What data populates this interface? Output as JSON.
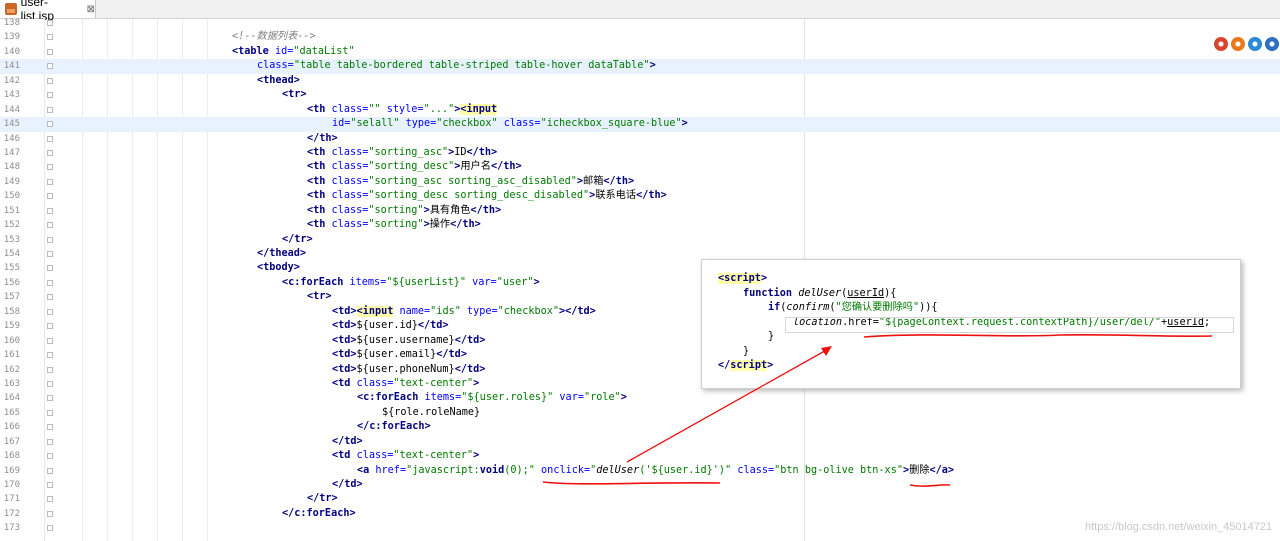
{
  "tab": {
    "title": "user-list.jsp",
    "close": "⊠",
    "icon": "jsp-file-icon"
  },
  "lines": [
    {
      "n": "138",
      "html": "",
      "indent": 0
    },
    {
      "n": "139",
      "html": "<span class='c'>&lt;!--数据列表--&gt;</span>",
      "indent": 232
    },
    {
      "n": "140",
      "html": "<span class='t'>&lt;table </span><span class='a'>id=</span><span class='v'>\"dataList\"</span>",
      "indent": 232
    },
    {
      "n": "141",
      "html": "<span class='a'>class=</span><span class='v'>\"table table-bordered table-striped table-hover dataTable\"</span><span class='t'>&gt;</span>",
      "indent": 257,
      "hl": true
    },
    {
      "n": "142",
      "html": "<span class='t'>&lt;thead&gt;</span>",
      "indent": 257
    },
    {
      "n": "143",
      "html": "<span class='t'>&lt;tr&gt;</span>",
      "indent": 282
    },
    {
      "n": "144",
      "html": "<span class='t'>&lt;th </span><span class='a'>class=</span><span class='v'>\"\" </span><span class='a'>style=</span><span class='v'>\"...\"</span><span class='t'>&gt;</span><span class='tt'>&lt;input</span>",
      "indent": 307
    },
    {
      "n": "145",
      "html": "<span class='a'>id=</span><span class='v'>\"selall\" </span><span class='a'>type=</span><span class='v'>\"checkbox\" </span><span class='a'>class=</span><span class='v'>\"icheckbox_square-blue\"</span><span class='t'>&gt;</span>",
      "indent": 332,
      "hl": true
    },
    {
      "n": "146",
      "html": "<span class='t'>&lt;/th&gt;</span>",
      "indent": 307
    },
    {
      "n": "147",
      "html": "<span class='t'>&lt;th </span><span class='a'>class=</span><span class='v'>\"sorting_asc\"</span><span class='t'>&gt;</span><span class='p'>ID</span><span class='t'>&lt;/th&gt;</span>",
      "indent": 307
    },
    {
      "n": "148",
      "html": "<span class='t'>&lt;th </span><span class='a'>class=</span><span class='v'>\"sorting_desc\"</span><span class='t'>&gt;</span><span class='p'>用户名</span><span class='t'>&lt;/th&gt;</span>",
      "indent": 307
    },
    {
      "n": "149",
      "html": "<span class='t'>&lt;th </span><span class='a'>class=</span><span class='v'>\"sorting_asc sorting_asc_disabled\"</span><span class='t'>&gt;</span><span class='p'>邮箱</span><span class='t'>&lt;/th&gt;</span>",
      "indent": 307
    },
    {
      "n": "150",
      "html": "<span class='t'>&lt;th </span><span class='a'>class=</span><span class='v'>\"sorting_desc sorting_desc_disabled\"</span><span class='t'>&gt;</span><span class='p'>联系电话</span><span class='t'>&lt;/th&gt;</span>",
      "indent": 307
    },
    {
      "n": "151",
      "html": "<span class='t'>&lt;th </span><span class='a'>class=</span><span class='v'>\"sorting\"</span><span class='t'>&gt;</span><span class='p'>具有角色</span><span class='t'>&lt;/th&gt;</span>",
      "indent": 307
    },
    {
      "n": "152",
      "html": "<span class='t'>&lt;th </span><span class='a'>class=</span><span class='v'>\"sorting\"</span><span class='t'>&gt;</span><span class='p'>操作</span><span class='t'>&lt;/th&gt;</span>",
      "indent": 307
    },
    {
      "n": "153",
      "html": "<span class='t'>&lt;/tr&gt;</span>",
      "indent": 282
    },
    {
      "n": "154",
      "html": "<span class='t'>&lt;/thead&gt;</span>",
      "indent": 257
    },
    {
      "n": "155",
      "html": "<span class='t'>&lt;tbody&gt;</span>",
      "indent": 257
    },
    {
      "n": "156",
      "html": "<span class='t'>&lt;c:forEach </span><span class='a'>items=</span><span class='v'>\"${userList}\" </span><span class='a'>var=</span><span class='v'>\"user\"</span><span class='t'>&gt;</span>",
      "indent": 282
    },
    {
      "n": "157",
      "html": "<span class='t'>&lt;tr&gt;</span>",
      "indent": 307
    },
    {
      "n": "158",
      "html": "<span class='t'>&lt;td&gt;</span><span class='tt'>&lt;input</span><span class='a'> name=</span><span class='v'>\"ids\" </span><span class='a'>type=</span><span class='v'>\"checkbox\"</span><span class='t'>&gt;&lt;/td&gt;</span>",
      "indent": 332
    },
    {
      "n": "159",
      "html": "<span class='t'>&lt;td&gt;</span><span class='p'>${user.id}</span><span class='t'>&lt;/td&gt;</span>",
      "indent": 332
    },
    {
      "n": "160",
      "html": "<span class='t'>&lt;td&gt;</span><span class='p'>${user.username}</span><span class='t'>&lt;/td&gt;</span>",
      "indent": 332
    },
    {
      "n": "161",
      "html": "<span class='t'>&lt;td&gt;</span><span class='p'>${user.email}</span><span class='t'>&lt;/td&gt;</span>",
      "indent": 332
    },
    {
      "n": "162",
      "html": "<span class='t'>&lt;td&gt;</span><span class='p'>${user.phoneNum}</span><span class='t'>&lt;/td&gt;</span>",
      "indent": 332
    },
    {
      "n": "163",
      "html": "<span class='t'>&lt;td </span><span class='a'>class=</span><span class='v'>\"text-center\"</span><span class='t'>&gt;</span>",
      "indent": 332
    },
    {
      "n": "164",
      "html": "<span class='t'>&lt;c:forEach </span><span class='a'>items=</span><span class='v'>\"${user.roles}\" </span><span class='a'>var=</span><span class='v'>\"role\"</span><span class='t'>&gt;</span>",
      "indent": 357
    },
    {
      "n": "165",
      "html": "<span class='p'>${role.roleName}</span>",
      "indent": 382
    },
    {
      "n": "166",
      "html": "<span class='t'>&lt;/c:forEach&gt;</span>",
      "indent": 357
    },
    {
      "n": "167",
      "html": "<span class='t'>&lt;/td&gt;</span>",
      "indent": 332
    },
    {
      "n": "168",
      "html": "<span class='t'>&lt;td </span><span class='a'>class=</span><span class='v'>\"text-center\"</span><span class='t'>&gt;</span>",
      "indent": 332
    },
    {
      "n": "169",
      "html": "<span class='t'>&lt;a </span><span class='a'>href=</span><span class='v'>\"javascript:</span><span class='k'>void</span><span class='v'>(0);\" </span><span class='a'>onclick=</span><span class='v'>\"</span><span class='i'>delUser</span><span class='v'>('${user.id}')\" </span><span class='a'>class=</span><span class='v'>\"btn bg-olive btn-xs\"</span><span class='t'>&gt;</span><span class='p'>删除</span><span class='t'>&lt;/a&gt;</span>",
      "indent": 357
    },
    {
      "n": "170",
      "html": "<span class='t'>&lt;/td&gt;</span>",
      "indent": 332
    },
    {
      "n": "171",
      "html": "<span class='t'>&lt;/tr&gt;</span>",
      "indent": 307
    },
    {
      "n": "172",
      "html": "<span class='t'>&lt;/c:forEach&gt;</span>",
      "indent": 282
    },
    {
      "n": "173",
      "html": "",
      "indent": 0
    }
  ],
  "popup": {
    "lines": [
      {
        "html": "<span class='tt'>&lt;script</span><span class='t'>&gt;</span>"
      },
      {
        "html": "<span class='k'>function </span><span class='i'>delUser</span><span class='p'>(</span><span class='p' style='text-decoration:underline'>userId</span><span class='p'>){</span>"
      },
      {
        "html": "<span class='k'>if</span><span class='p'>(</span><span class='i'>confirm</span><span class='p'>(</span><span class='v'>\"您确认要删除吗\"</span><span class='p'>)){</span>"
      },
      {
        "html": "<span class='i'>location</span><span class='p'>.href=</span><span class='v'>\"${pageContext.request.contextPath}/user/del/\"</span><span class='p'>+</span><span class='p' style='text-decoration:underline'>userId</span><span class='p'>;</span>"
      },
      {
        "html": "<span class='p'>}</span>"
      },
      {
        "html": "<span class='p'>}</span>"
      },
      {
        "html": "<span class='t'>&lt;/</span><span class='tt'>script</span><span class='t'>&gt;</span>"
      }
    ]
  },
  "browsers": [
    {
      "name": "chrome-icon",
      "color": "#d8452f"
    },
    {
      "name": "firefox-icon",
      "color": "#e77a1c"
    },
    {
      "name": "safari-icon",
      "color": "#2b8ad6"
    },
    {
      "name": "ie-icon",
      "color": "#2f6fbf"
    },
    {
      "name": "opera-icon",
      "color": "#d2202a"
    }
  ],
  "watermark": "https://blog.csdn.net/weixin_45014721",
  "colors": {
    "tag": "#000080",
    "attr": "#0000ff",
    "value": "#007a00",
    "annotation": "#ee1111"
  }
}
